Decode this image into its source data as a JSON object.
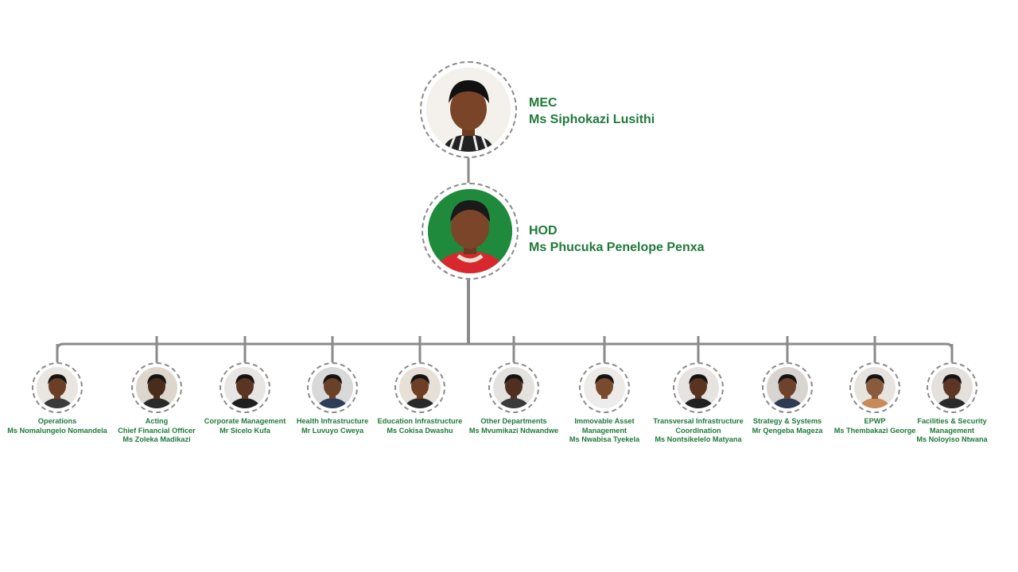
{
  "colors": {
    "accent": "#1f7a3a",
    "connector": "#8a8a8a"
  },
  "mec": {
    "role": "MEC",
    "name": "Ms Siphokazi Lusithi",
    "photo": "mec-portrait"
  },
  "hod": {
    "role": "HOD",
    "name": "Ms Phucuka Penelope Penxa",
    "photo": "hod-portrait"
  },
  "units": [
    {
      "lines": [
        "Operations",
        "Ms Nomalungelo Nomandela"
      ]
    },
    {
      "lines": [
        "Acting",
        "Chief Financial Officer",
        "Ms  Zoleka Madikazi"
      ]
    },
    {
      "lines": [
        "Corporate Management",
        "Mr Sicelo Kufa"
      ]
    },
    {
      "lines": [
        "Health Infrastructure",
        "Mr Luvuyo Cweya"
      ]
    },
    {
      "lines": [
        "Education Infrastructure",
        "Ms Cokisa Dwashu"
      ]
    },
    {
      "lines": [
        "Other Departments",
        "Ms Mvumikazi Ndwandwe"
      ]
    },
    {
      "lines": [
        "Immovable Asset",
        "Management",
        "Ms Nwabisa Tyekela"
      ]
    },
    {
      "lines": [
        "Transversal Infrastructure",
        "Coordination",
        "Ms Nontsikelelo Matyana"
      ]
    },
    {
      "lines": [
        "Strategy & Systems",
        "Mr Qengeba Mageza"
      ]
    },
    {
      "lines": [
        "EPWP",
        "Ms Thembakazi George"
      ]
    },
    {
      "lines": [
        "Facilities & Security",
        "Management",
        "Ms Noloyiso Ntwana"
      ]
    }
  ]
}
